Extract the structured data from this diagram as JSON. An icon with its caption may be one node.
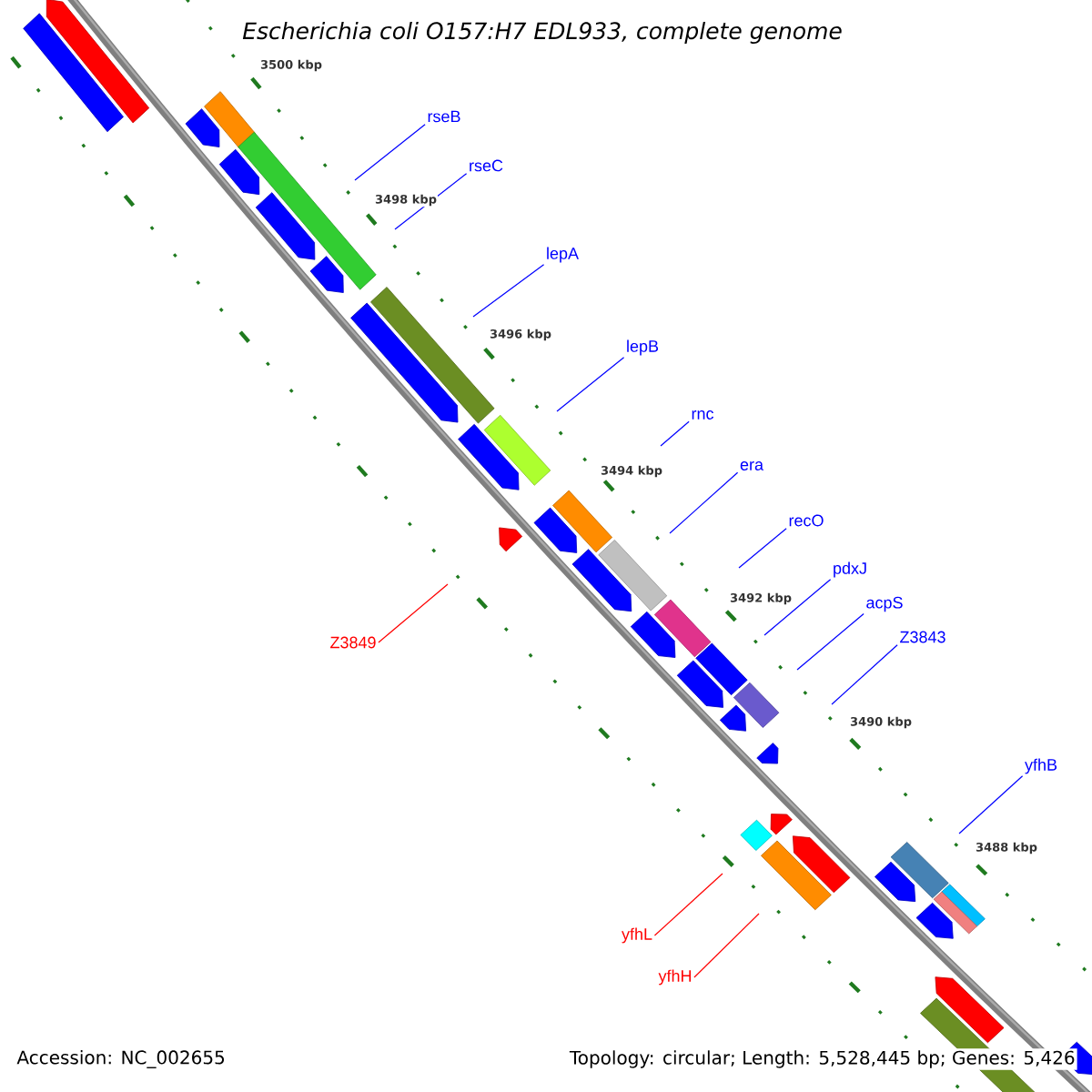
{
  "diagram": {
    "title": "Escherichia coli O157:H7 EDL933, complete genome",
    "nodes": [
      {
        "text": [
          "rseB"
        ]
      },
      {
        "text": [
          "rseC"
        ]
      },
      {
        "text": [
          "lepA"
        ]
      },
      {
        "text": [
          "lepB"
        ]
      },
      {
        "text": [
          "rnc"
        ]
      },
      {
        "text": [
          "era"
        ]
      },
      {
        "text": [
          "recO"
        ]
      },
      {
        "text": [
          "pdxJ"
        ]
      },
      {
        "text": [
          "acpS"
        ]
      },
      {
        "text": [
          "Z3843"
        ]
      },
      {
        "text": [
          "Z3849"
        ]
      },
      {
        "text": [
          "yfhB"
        ]
      },
      {
        "text": [
          "yfhL"
        ]
      },
      {
        "text": [
          "yfhH"
        ]
      }
    ],
    "edges": [
      {
        "from": 0,
        "to": null,
        "arrow": "none"
      },
      {
        "from": 1,
        "to": null,
        "arrow": "none"
      },
      {
        "from": 2,
        "to": null,
        "arrow": "none"
      },
      {
        "from": 3,
        "to": null,
        "arrow": "none"
      },
      {
        "from": 4,
        "to": null,
        "arrow": "none"
      },
      {
        "from": 5,
        "to": null,
        "arrow": "none"
      },
      {
        "from": 6,
        "to": null,
        "arrow": "none"
      },
      {
        "from": 7,
        "to": null,
        "arrow": "none"
      },
      {
        "from": 8,
        "to": null,
        "arrow": "none"
      },
      {
        "from": 9,
        "to": null,
        "arrow": "none"
      },
      {
        "from": 10,
        "to": null,
        "arrow": "none",
        "color": "#ff0000"
      },
      {
        "from": 11,
        "to": null,
        "arrow": "none"
      },
      {
        "from": 12,
        "to": null,
        "arrow": "none",
        "color": "#ff0000"
      },
      {
        "from": 13,
        "to": null,
        "arrow": "none",
        "color": "#ff0000"
      }
    ],
    "labels": [
      "3500 kbp",
      "3498 kbp",
      "3496 kbp",
      "3494 kbp",
      "3492 kbp",
      "3490 kbp",
      "3488 kbp",
      "Accession: NC_002655",
      "Topology: circular; Length: 5,528,445 bp; Genes: 5,426"
    ]
  }
}
